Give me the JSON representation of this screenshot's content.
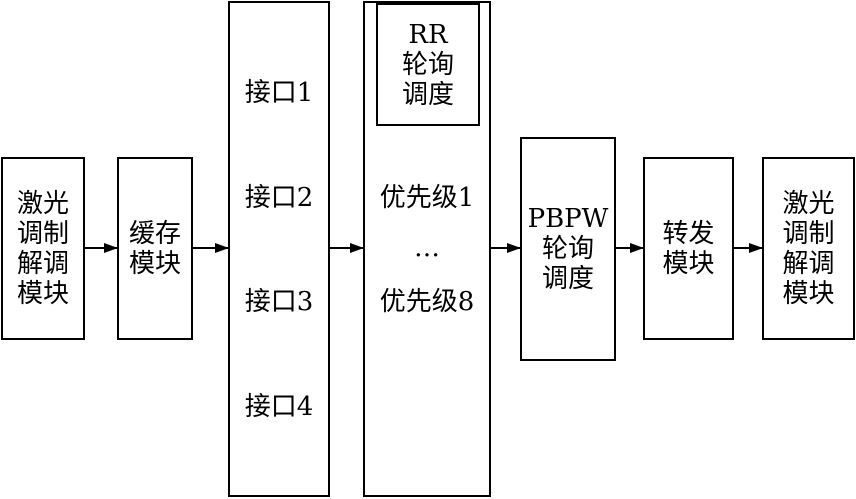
{
  "diagram": {
    "laser_in": {
      "lines": [
        "激光",
        "调制",
        "解调",
        "模块"
      ]
    },
    "buffer": {
      "lines": [
        "缓存",
        "模块"
      ]
    },
    "interfaces": {
      "items": [
        "接口1",
        "接口2",
        "接口3",
        "接口4"
      ]
    },
    "priority_sched": {
      "rr": {
        "lines": [
          "RR",
          "轮询",
          "调度"
        ]
      },
      "items": [
        "优先级1",
        "…",
        "优先级8"
      ]
    },
    "pbpw": {
      "lines": [
        "PBPW",
        "轮询",
        "调度"
      ]
    },
    "forward": {
      "lines": [
        "转发",
        "模块"
      ]
    },
    "laser_out": {
      "lines": [
        "激光",
        "调制",
        "解调",
        "模块"
      ]
    }
  }
}
